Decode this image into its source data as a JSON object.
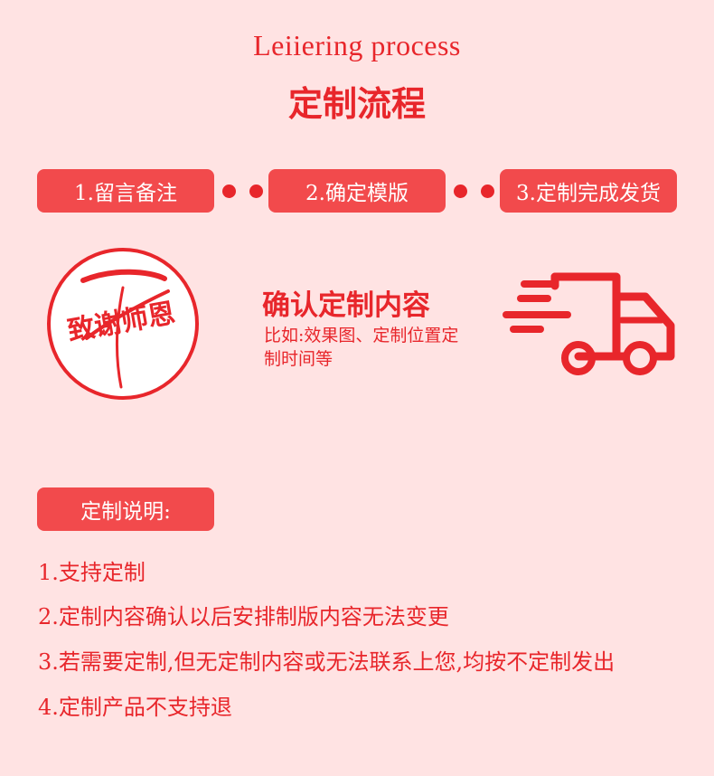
{
  "header": {
    "title_en": "Leiiering process",
    "title_cn": "定制流程"
  },
  "steps": [
    {
      "label": "1.留言备注"
    },
    {
      "label": "2.确定模版"
    },
    {
      "label": "3.定制完成发货"
    }
  ],
  "seal": {
    "text": "致谢师恩",
    "icon": "calligraphy-seal-icon"
  },
  "confirm": {
    "title": "确认定制内容",
    "subtitle": "比如:效果图、定制位置定制时间等"
  },
  "truck": {
    "icon": "delivery-truck-icon"
  },
  "notes": {
    "heading": "定制说明:",
    "items": [
      "1.支持定制",
      "2.定制内容确认以后安排制版内容无法变更",
      "3.若需要定制,但无定制内容或无法联系上您,均按不定制发出",
      "4.定制产品不支持退"
    ]
  },
  "colors": {
    "background": "#ffe3e3",
    "accent": "#e8262b",
    "button": "#f24a4c"
  }
}
